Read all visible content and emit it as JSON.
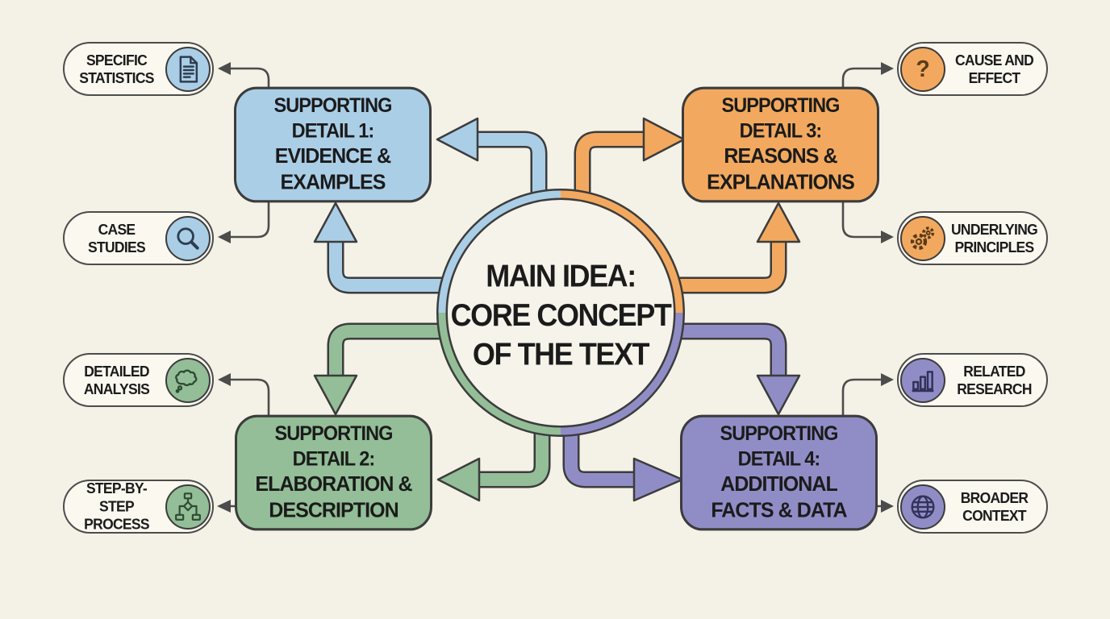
{
  "title": "Main idea concept map",
  "colors": {
    "background": "#f4f1e7",
    "blue": "#abcee7",
    "orange": "#f2a95f",
    "green": "#93be97",
    "purple": "#908dc6",
    "outline": "#3c3c3c",
    "connector": "#4c4c4c",
    "text": "#1b1b1b",
    "pill_background": "#fbf8f0"
  },
  "center": {
    "line1": "MAIN IDEA:",
    "line2": "CORE CONCEPT",
    "line3": "OF THE TEXT"
  },
  "boxes": [
    {
      "title": "SUPPORTING DETAIL 1:",
      "line2": "EVIDENCE &",
      "line3": "EXAMPLES",
      "color": "#abcee7"
    },
    {
      "title": "SUPPORTING DETAIL 2:",
      "line2": "ELABORATION &",
      "line3": "DESCRIPTION",
      "color": "#93be97"
    },
    {
      "title": "SUPPORTING DETAIL 3:",
      "line2": "REASONS &",
      "line3": "EXPLANATIONS",
      "color": "#f2a95f"
    },
    {
      "title": "SUPPORTING DETAIL 4:",
      "line2": "ADDITIONAL",
      "line3": "FACTS & DATA",
      "color": "#908dc6"
    }
  ],
  "satellites": [
    {
      "line1": "SPECIFIC",
      "line2": "STATISTICS",
      "icon": "document-icon",
      "color": "#abcee7"
    },
    {
      "line1": "CASE",
      "line2": "STUDIES",
      "icon": "magnifier-icon",
      "color": "#abcee7"
    },
    {
      "line1": "DETAILED",
      "line2": "ANALYSIS",
      "icon": "thought-cloud-icon",
      "color": "#93be97"
    },
    {
      "line1": "STEP-BY-STEP",
      "line2": "PROCESS",
      "icon": "flowchart-icon",
      "color": "#93be97"
    },
    {
      "line1": "CAUSE AND",
      "line2": "EFFECT",
      "icon": "question-mark-icon",
      "color": "#f2a95f"
    },
    {
      "line1": "UNDERLYING",
      "line2": "PRINCIPLES",
      "icon": "gears-icon",
      "color": "#f2a95f"
    },
    {
      "line1": "RELATED",
      "line2": "RESEARCH",
      "icon": "bar-chart-icon",
      "color": "#908dc6"
    },
    {
      "line1": "BROADER",
      "line2": "CONTEXT",
      "icon": "globe-icon",
      "color": "#908dc6"
    }
  ]
}
